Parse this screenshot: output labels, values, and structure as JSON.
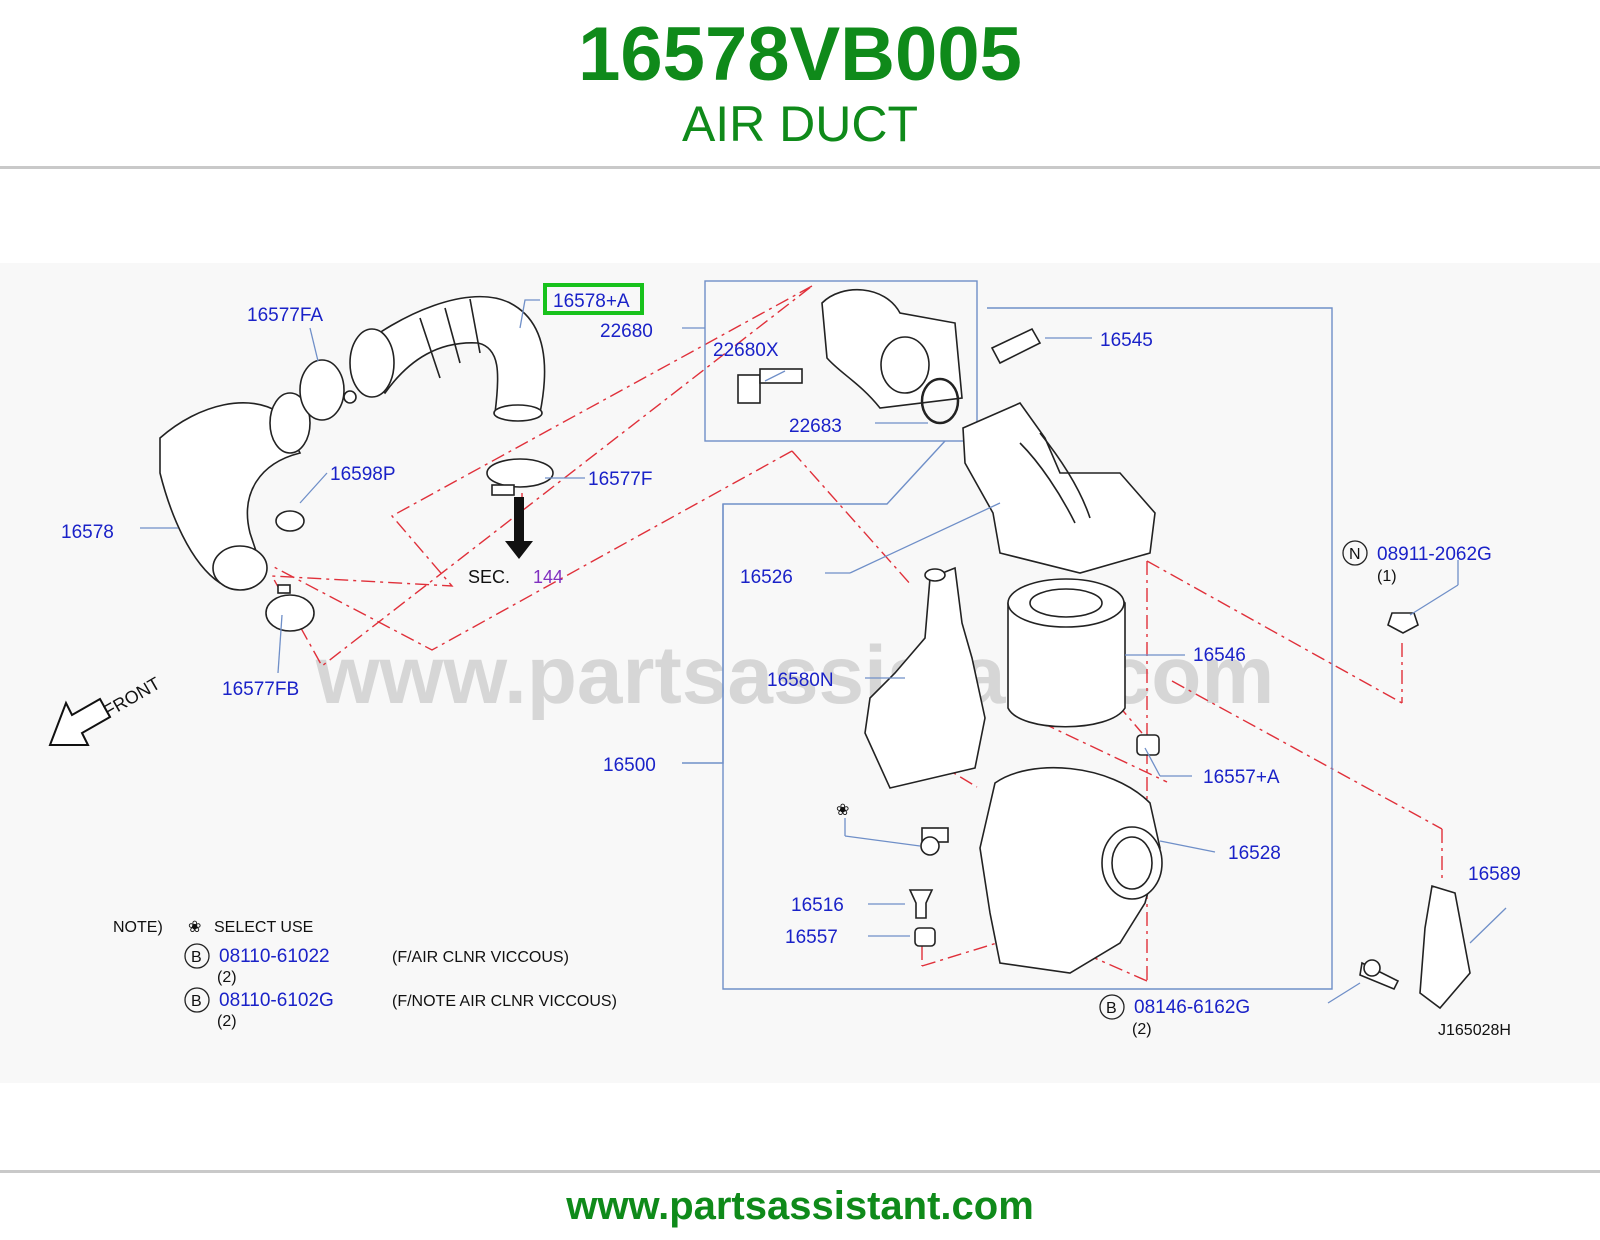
{
  "header": {
    "part_number": "16578VB005",
    "part_name": "AIR DUCT"
  },
  "footer": {
    "url": "www.partsassistant.com"
  },
  "diagram": {
    "watermark": "www.partsassistant.com",
    "callouts": {
      "p16578A": "16578+A",
      "p22680": "22680",
      "p22680X": "22680X",
      "p22683": "22683",
      "p16577FA": "16577FA",
      "p16598P": "16598P",
      "p16577F": "16577F",
      "p16578": "16578",
      "p16577FB": "16577FB",
      "p16545": "16545",
      "p16526": "16526",
      "p16546": "16546",
      "p16580N": "16580N",
      "p16500": "16500",
      "p16557A": "16557+A",
      "p16528": "16528",
      "p16516": "16516",
      "p16557": "16557",
      "p16589": "16589",
      "p08911": "08911-2062G",
      "p08911_qty": "(1)",
      "p08146": "08146-6162G",
      "p08146_qty": "(2)"
    },
    "badges": {
      "n": "N",
      "b": "B"
    },
    "sec_label": "SEC.",
    "sec_number": "144",
    "front_label": "FRONT",
    "select_mark": "❀",
    "drawing_id": "J165028H",
    "notes": {
      "note_label": "NOTE)",
      "select_use": "SELECT   USE",
      "row1_part": "08110-61022",
      "row1_qty": "(2)",
      "row1_desc": "(F/AIR   CLNR   VICCOUS)",
      "row2_part": "08110-6102G",
      "row2_qty": "(2)",
      "row2_desc": "(F/NOTE   AIR   CLNR   VICCOUS)"
    }
  },
  "colors": {
    "brand_green": "#0f8a1a",
    "callout_blue": "#1a22c8",
    "highlight_green": "#18c21c",
    "leader_red": "#e0303a",
    "box_blue": "#6f8fc8"
  }
}
